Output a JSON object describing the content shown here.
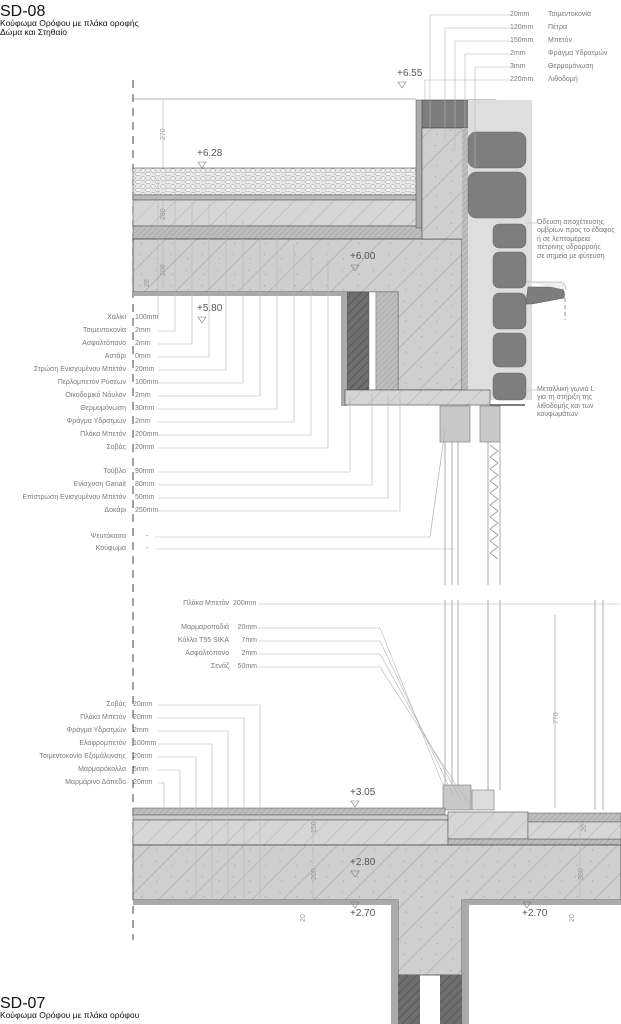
{
  "header": {
    "code": "SD-08",
    "subtitle_line1": "Κούφωμα Ορόφου με πλάκα οροφής",
    "subtitle_line2": "Δώμα και Στηθαίο"
  },
  "footer": {
    "code": "SD-07",
    "subtitle": "Κούφωμα Ορόφου με πλάκα ορόφου"
  },
  "wall_layers": [
    {
      "thickness": "20mm",
      "label": "Τσιμεντοκονία"
    },
    {
      "thickness": "120mm",
      "label": "Πέτρα"
    },
    {
      "thickness": "150mm",
      "label": "Μπετόν"
    },
    {
      "thickness": "2mm",
      "label": "Φράγμα Υδρατμών"
    },
    {
      "thickness": "3mm",
      "label": "Θερμομόνωση"
    },
    {
      "thickness": "220mm",
      "label": "Λιθοδομή"
    }
  ],
  "roof_layers": [
    {
      "label": "Χαλίκι",
      "thickness": "100mm"
    },
    {
      "label": "Τσιμεντοκονία",
      "thickness": "2mm"
    },
    {
      "label": "Ασφαλτόπανο",
      "thickness": "2mm"
    },
    {
      "label": "Αστάρι",
      "thickness": "0mm"
    },
    {
      "label": "Στρώση Ενισχυμένου Μπετόν",
      "thickness": "20mm"
    },
    {
      "label": "Περλομπετόν Ρύσεων",
      "thickness": "100mm"
    },
    {
      "label": "Οικοδομικό Νάυλον",
      "thickness": "2mm"
    },
    {
      "label": "Θερμομόνωση",
      "thickness": "30mm"
    },
    {
      "label": "Φράγμα Υδρατμών",
      "thickness": "2mm"
    },
    {
      "label": "Πλάκα Μπετόν",
      "thickness": "200mm"
    },
    {
      "label": "Σοβάς",
      "thickness": "20mm"
    }
  ],
  "beam_layers": [
    {
      "label": "Τούβλο",
      "thickness": "90mm"
    },
    {
      "label": "Ενίσχυση Ganait",
      "thickness": "80mm"
    },
    {
      "label": "Επίστρωση Ενισχυμένου Μπετόν",
      "thickness": "50mm"
    },
    {
      "label": "Δοκάρι",
      "thickness": "250mm"
    }
  ],
  "frame_items": [
    {
      "label": "Ψευτόκασα",
      "thickness": "-"
    },
    {
      "label": "Κούφωμα",
      "thickness": "-"
    }
  ],
  "sill_slab": {
    "label": "Πλάκα Μπετόν",
    "thickness": "200mm"
  },
  "sill_layers": [
    {
      "label": "Μαρμαροποδιά",
      "thickness": "20mm"
    },
    {
      "label": "Κόλλα T55 SIKA",
      "thickness": "7mm"
    },
    {
      "label": "Ασφαλτόπανο",
      "thickness": "2mm"
    },
    {
      "label": "Σενάζ",
      "thickness": "50mm"
    }
  ],
  "floor_layers": [
    {
      "label": "Σοβάς",
      "thickness": "20mm"
    },
    {
      "label": "Πλάκα Μπετόν",
      "thickness": "20mm"
    },
    {
      "label": "Φράγμα Υδρατμών",
      "thickness": "2mm"
    },
    {
      "label": "Ελαφρομπετόν",
      "thickness": "100mm"
    },
    {
      "label": "Τσιμεντοκονία Εξομάλυνσης",
      "thickness": "20mm"
    },
    {
      "label": "Μαρμαρόκολλα",
      "thickness": "5mm"
    },
    {
      "label": "Μαρμάρινο Δάπεδο",
      "thickness": "20mm"
    }
  ],
  "notes": {
    "drainage": [
      "Όδευση αποχέτευσης",
      "ομβρίων προς το έδαφος",
      "ή σε λεπτομέρεια",
      "πέτρινης υδρορροής",
      "σε σημεία με φύτευση"
    ],
    "angle": [
      "Μεταλλική γωνιά L",
      "για τη στήριξη της",
      "λιθοδομής και των",
      "κουφωμάτων"
    ]
  },
  "levels": [
    "+6.55",
    "+6.28",
    "+6.00",
    "+5.80",
    "+3.05",
    "+2.80",
    "+2.70",
    "+2.70"
  ],
  "dimensions": [
    "270",
    "280",
    "200",
    "28",
    "150",
    "200",
    "20",
    "300",
    "20",
    "770",
    "20"
  ]
}
